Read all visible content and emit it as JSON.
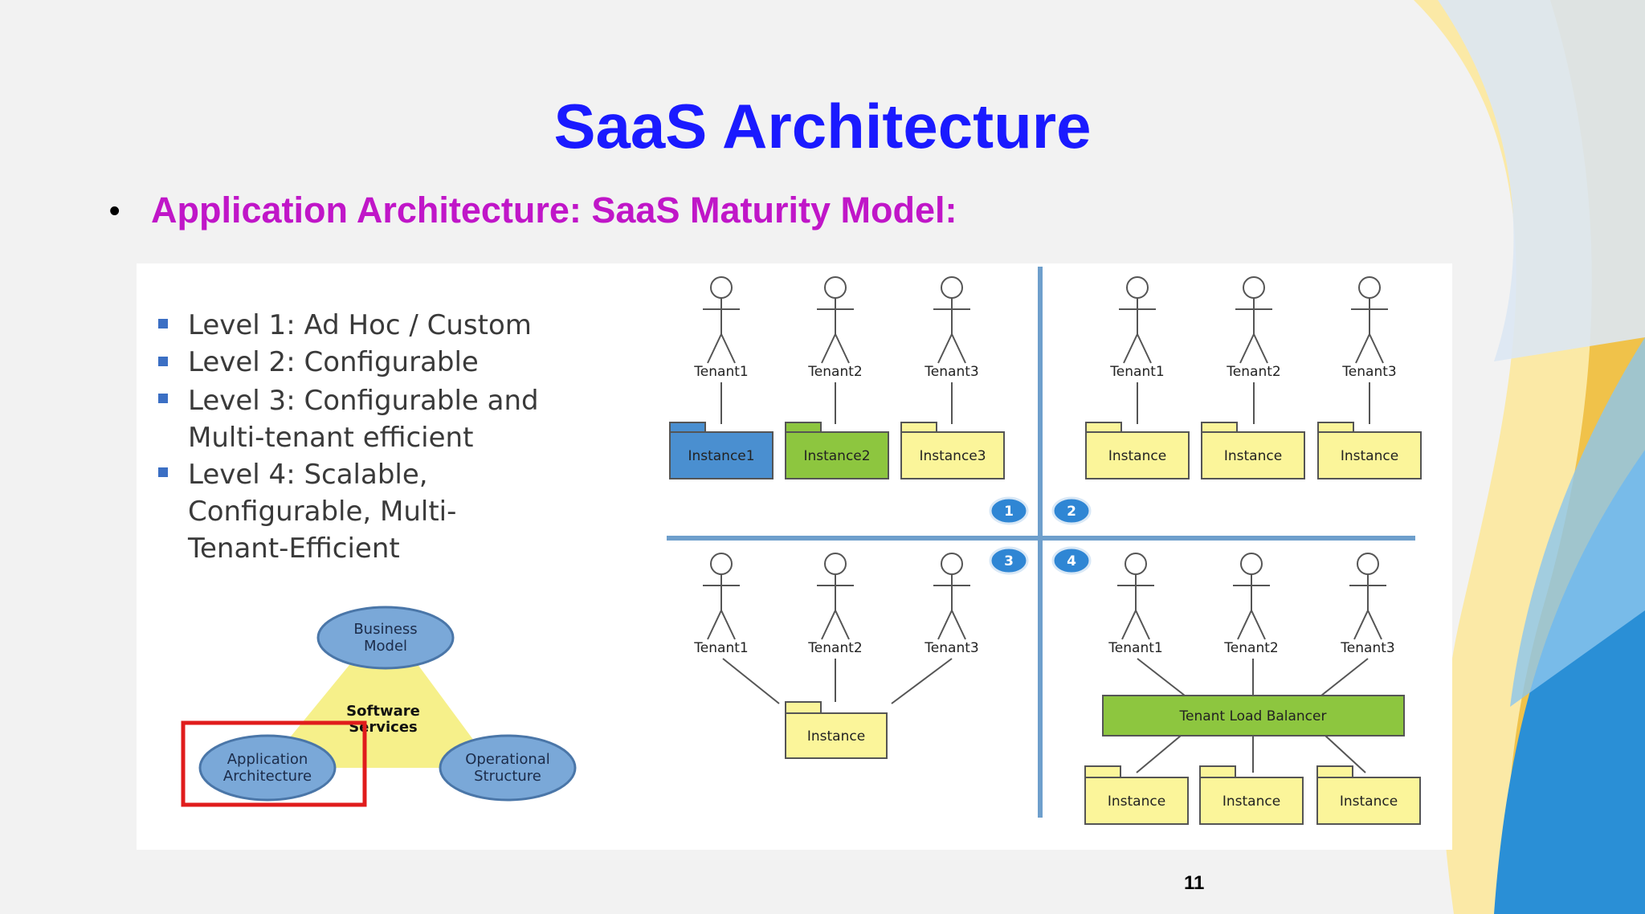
{
  "slide": {
    "title": "SaaS Architecture",
    "bullet": "Application Architecture: SaaS Maturity Model:",
    "page_number": "11"
  },
  "levels": [
    "Level 1: Ad Hoc / Custom",
    "Level 2: Configurable",
    "Level 3: Configurable and",
    "Multi-tenant efficient",
    "Level 4: Scalable,",
    "Configurable, Multi-",
    "Tenant-Efficient"
  ],
  "triangle": {
    "business_model": [
      "Business",
      "Model"
    ],
    "software_services": [
      "Software",
      "Services"
    ],
    "application_architecture": [
      "Application",
      "Architecture"
    ],
    "operational_structure": [
      "Operational",
      "Structure"
    ]
  },
  "quadrant_badges": [
    "1",
    "2",
    "3",
    "4"
  ],
  "quadrant1": {
    "tenants": [
      "Tenant1",
      "Tenant2",
      "Tenant3"
    ],
    "instances": [
      "Instance1",
      "Instance2",
      "Instance3"
    ]
  },
  "quadrant2": {
    "tenants": [
      "Tenant1",
      "Tenant2",
      "Tenant3"
    ],
    "instances": [
      "Instance",
      "Instance",
      "Instance"
    ]
  },
  "quadrant3": {
    "tenants": [
      "Tenant1",
      "Tenant2",
      "Tenant3"
    ],
    "instance": "Instance"
  },
  "quadrant4": {
    "tenants": [
      "Tenant1",
      "Tenant2",
      "Tenant3"
    ],
    "load_balancer": "Tenant Load Balancer",
    "instances": [
      "Instance",
      "Instance",
      "Instance"
    ]
  },
  "colors": {
    "title": "#1a1aff",
    "bullet": "#c016c8",
    "instance_blue": "#4a8fd0",
    "instance_green": "#8dc63f",
    "instance_yellow": "#fbf59a",
    "highlight_box": "#e01c1c",
    "divider": "#6e9fcc"
  }
}
